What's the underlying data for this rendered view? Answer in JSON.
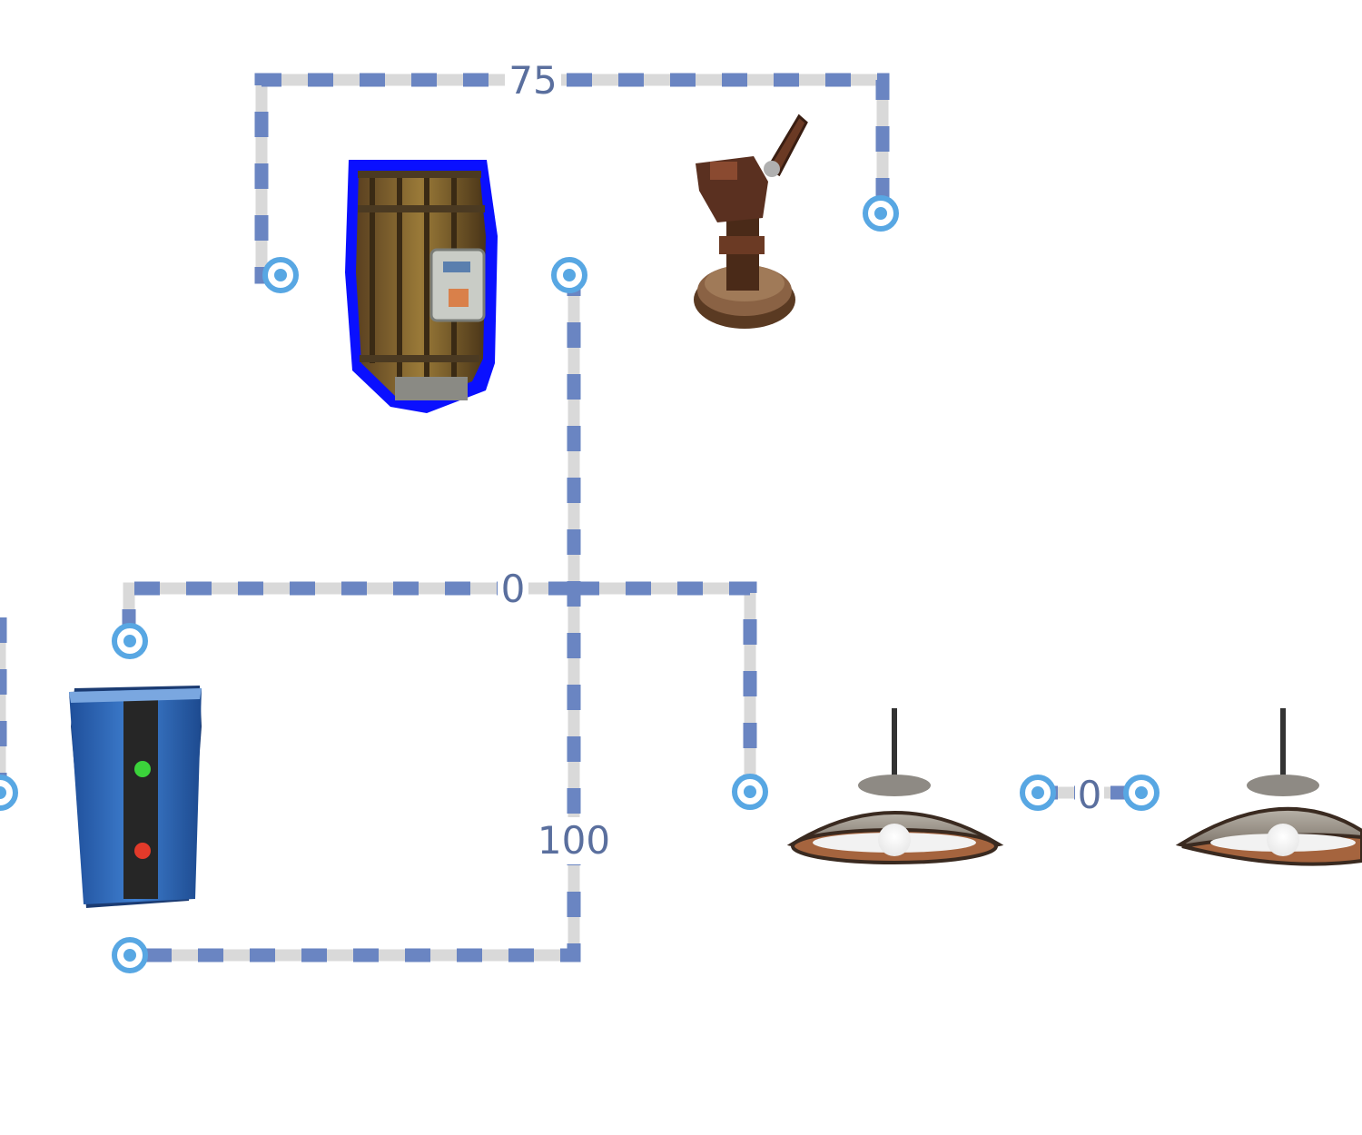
{
  "components": {
    "battery": "large-battery",
    "wind_turbine": "wind-turbine",
    "splitter": "electrical-splitter",
    "lamp_1": "ceiling-light",
    "lamp_2": "ceiling-light"
  },
  "wires": {
    "top_label": "75",
    "branch_label": "0",
    "bottom_label": "100",
    "lamp_label": "0"
  },
  "colors": {
    "wire_dash": "#6a85c2",
    "wire_base": "#d9d9d9",
    "port": "#58a7e3",
    "selection": "#0000ff",
    "label": "#5a6f9e"
  }
}
